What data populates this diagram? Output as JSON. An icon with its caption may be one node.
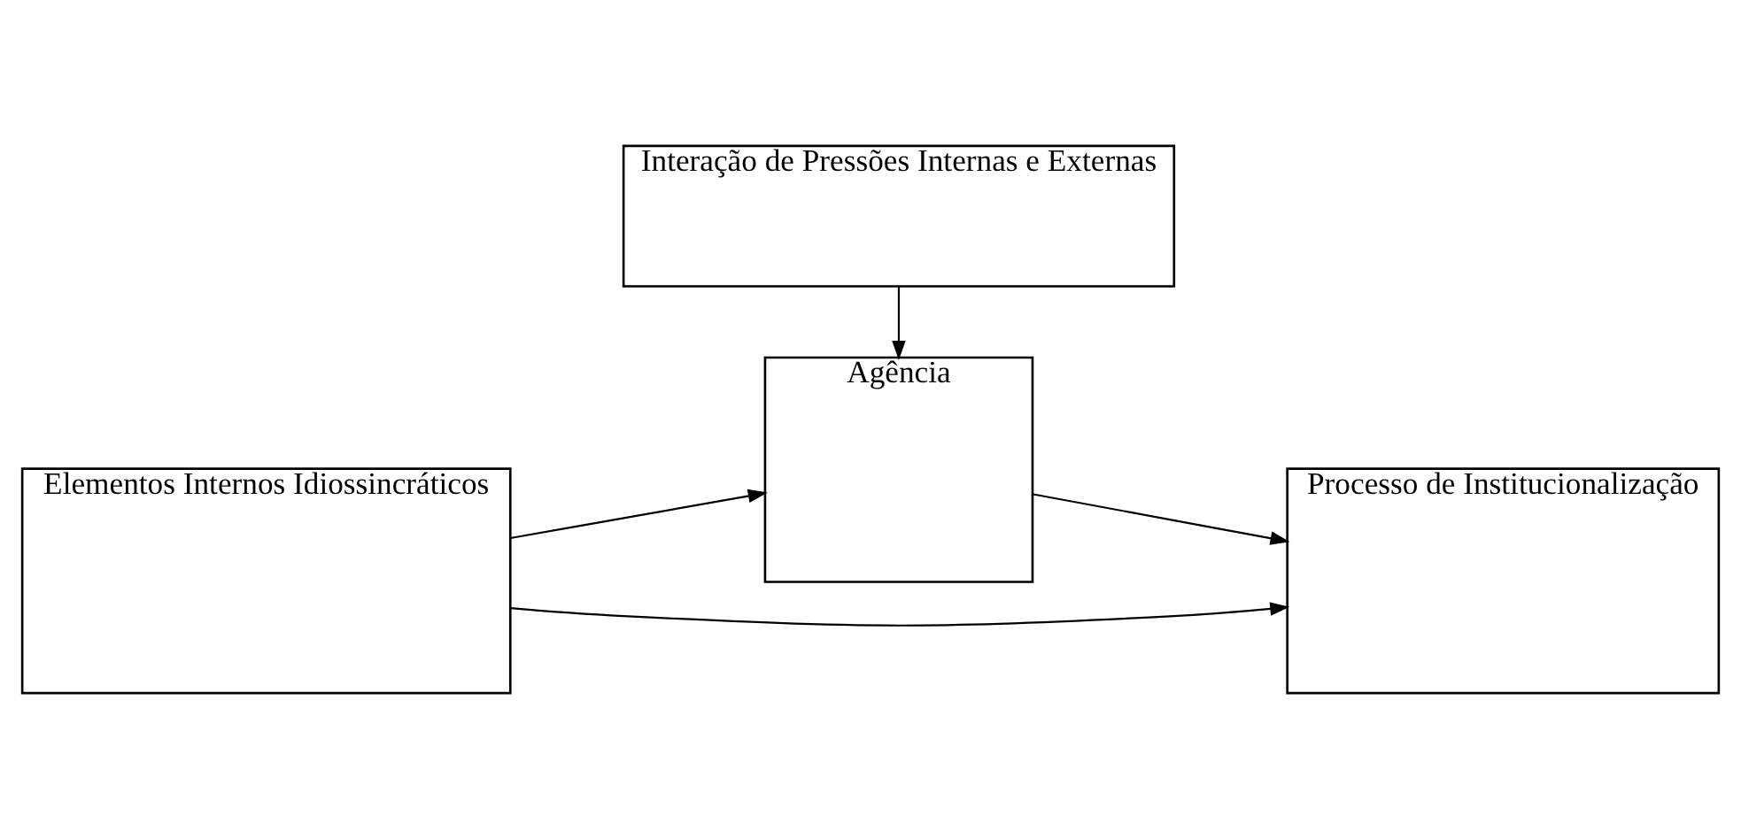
{
  "diagram": {
    "nodes": [
      {
        "text": [
          "Interação de Pressões Internas e Externas"
        ]
      },
      {
        "text": [
          "Elementos Internos Idiossincráticos"
        ]
      },
      {
        "text": [
          "Agência"
        ]
      },
      {
        "text": [
          "Processo de Institucionalização"
        ]
      }
    ],
    "edges": [
      {
        "from": 0,
        "to": 2,
        "arrow": "to"
      },
      {
        "from": 1,
        "to": 2,
        "arrow": "to"
      },
      {
        "from": 2,
        "to": 3,
        "arrow": "to"
      },
      {
        "from": 1,
        "to": 3,
        "arrow": "to"
      }
    ]
  }
}
